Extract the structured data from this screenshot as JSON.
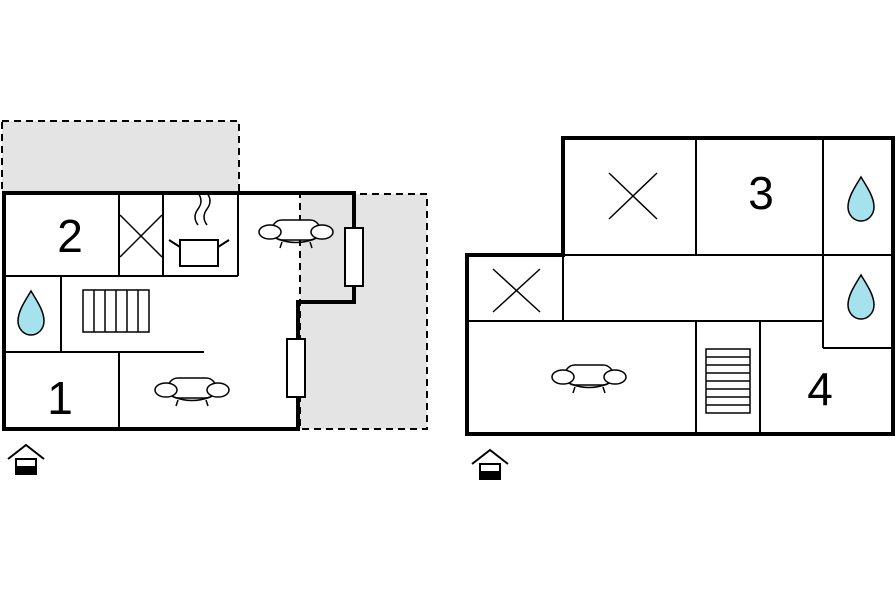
{
  "floor_plans": [
    {
      "id": "ground-floor",
      "room_numbers": [
        "1",
        "2"
      ],
      "symbols": [
        "entrance-icon",
        "water-drop-icon",
        "stairs-icon",
        "kitchen-pot-icon",
        "sofa-icon",
        "sofa-icon",
        "window-icon",
        "window-icon",
        "cross-icon"
      ],
      "colors": {
        "terrace": "#e4e4e4",
        "water": "#a6e1ee"
      }
    },
    {
      "id": "upper-floor",
      "room_numbers": [
        "3",
        "4"
      ],
      "symbols": [
        "entrance-icon",
        "water-drop-icon",
        "water-drop-icon",
        "stairs-icon",
        "sofa-icon",
        "cross-icon",
        "cross-icon"
      ],
      "colors": {
        "water": "#a6e1ee"
      }
    }
  ]
}
